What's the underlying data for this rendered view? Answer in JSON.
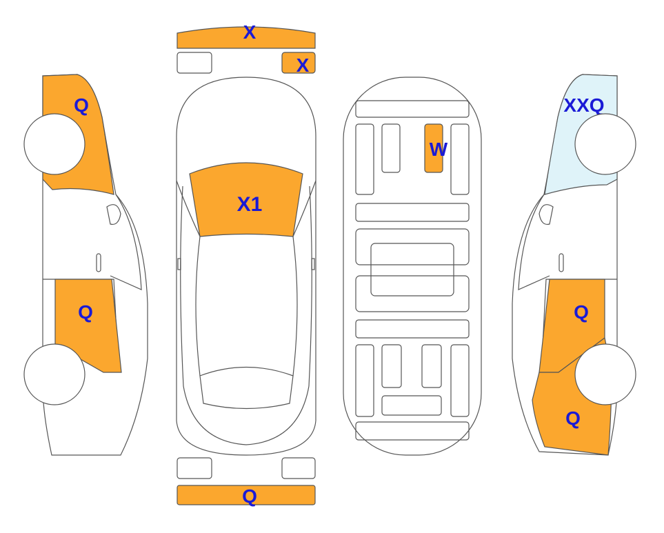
{
  "colors": {
    "damage": "#fba72e",
    "highlight": "#dff3f9",
    "label": "#1a1ad6",
    "outline": "#555555",
    "background": "#ffffff"
  },
  "labels": {
    "front_bumper": "X",
    "front_right_headlight": "X",
    "left_front_fender": "Q",
    "left_rear_door": "Q",
    "hood": "X1",
    "roof_center": "W",
    "right_rear_quarter": "XXQ",
    "right_front_door": "Q",
    "right_front_fender": "Q",
    "rear_bumper": "Q"
  }
}
